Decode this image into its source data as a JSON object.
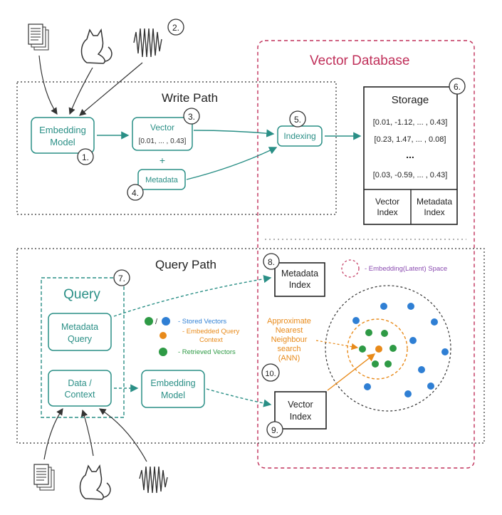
{
  "vector_db": {
    "title": "Vector Database"
  },
  "write_path": {
    "title": "Write Path",
    "embedding_model": [
      "Embedding",
      "Model"
    ],
    "vector": {
      "label": "Vector",
      "value": "[0.01, ... , 0.43]"
    },
    "plus": "+",
    "metadata": "Metadata",
    "indexing": "Indexing"
  },
  "storage": {
    "title": "Storage",
    "rows": [
      "[0.01, -1.12, ... , 0.43]",
      "[0.23, 1.47, ... , 0.08]",
      "...",
      "[0.03, -0.59, ... , 0.43]"
    ],
    "vector_index": [
      "Vector",
      "Index"
    ],
    "metadata_index": [
      "Metadata",
      "Index"
    ]
  },
  "query_path": {
    "title": "Query Path",
    "query_title": "Query",
    "metadata_query": [
      "Metadata",
      "Query"
    ],
    "data_context": [
      "Data /",
      "Context"
    ],
    "embedding_model": [
      "Embedding",
      "Model"
    ],
    "metadata_index": [
      "Metadata",
      "Index"
    ],
    "vector_index": [
      "Vector",
      "Index"
    ]
  },
  "legend": {
    "stored_slash": "/",
    "stored": "- Stored Vectors",
    "embedded": [
      "- Embedded Query",
      "Context"
    ],
    "retrieved": "- Retrieved Vectors",
    "latent_space": "- Embedding(Latent) Space"
  },
  "ann": [
    "Approximate",
    "Nearest",
    "Neighbour",
    "search",
    "(ANN)"
  ],
  "steps": [
    "1.",
    "2.",
    "3.",
    "4.",
    "5.",
    "6.",
    "7.",
    "8.",
    "9.",
    "10."
  ],
  "colors": {
    "teal": "#2a8f86",
    "db": "#c0305a",
    "blue": "#2f7fd4",
    "green": "#2e9a45",
    "orange": "#e88a1a",
    "purple": "#8a4bb0"
  },
  "icons": [
    "document-icon",
    "cat-icon",
    "audio-wave-icon"
  ]
}
